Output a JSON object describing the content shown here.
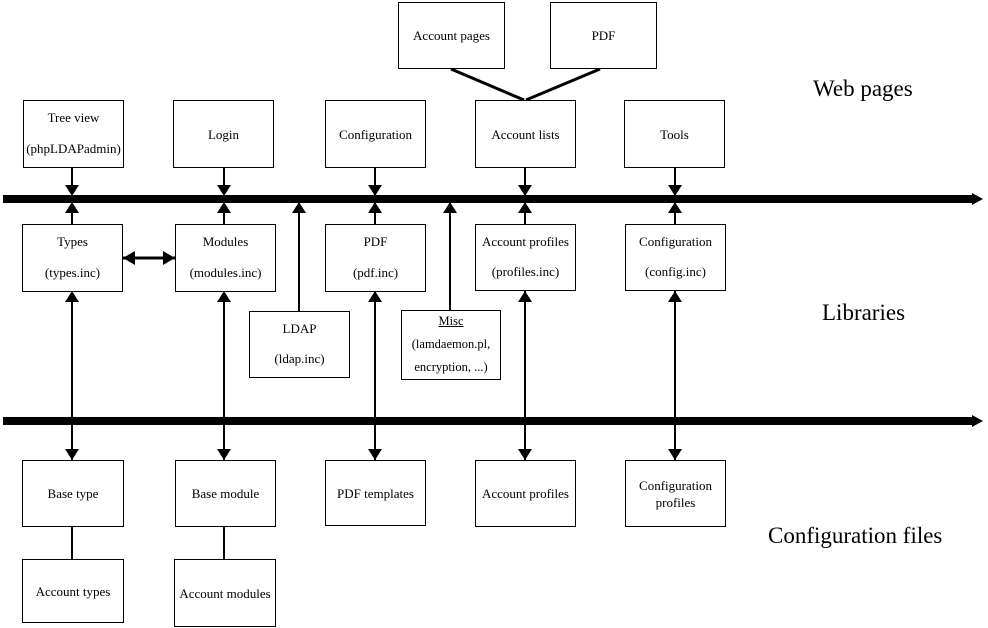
{
  "sections": {
    "web_pages": "Web pages",
    "libraries": "Libraries",
    "configuration_files": "Configuration files"
  },
  "boxes": {
    "account_pages": {
      "title": "Account pages"
    },
    "pdf_top": {
      "title": "PDF"
    },
    "tree_view": {
      "title": "Tree view",
      "subtitle": "(phpLDAPadmin)"
    },
    "login": {
      "title": "Login"
    },
    "configuration_web": {
      "title": "Configuration"
    },
    "account_lists": {
      "title": "Account lists"
    },
    "tools": {
      "title": "Tools"
    },
    "types": {
      "title": "Types",
      "subtitle": "(types.inc)"
    },
    "modules": {
      "title": "Modules",
      "subtitle": "(modules.inc)"
    },
    "pdf_lib": {
      "title": "PDF",
      "subtitle": "(pdf.inc)"
    },
    "account_profiles_lib": {
      "title": "Account profiles",
      "subtitle": "(profiles.inc)"
    },
    "configuration_lib": {
      "title": "Configuration",
      "subtitle": "(config.inc)"
    },
    "ldap": {
      "title": "LDAP",
      "subtitle": "(ldap.inc)"
    },
    "misc": {
      "title": "Misc",
      "subtitle1": "(lamdaemon.pl,",
      "subtitle2": "encryption, ...)"
    },
    "base_type": {
      "title": "Base type"
    },
    "base_module": {
      "title": "Base module"
    },
    "pdf_templates": {
      "title": "PDF templates"
    },
    "account_profiles_files": {
      "title": "Account profiles"
    },
    "configuration_profiles": {
      "line1": "Configuration",
      "line2": "profiles"
    },
    "account_types": {
      "title": "Account types"
    },
    "account_modules": {
      "title": "Account modules"
    }
  },
  "colors": {
    "line": "#000000",
    "box_border": "#000000",
    "box_fill": "#ffffff",
    "background": "#ffffff",
    "text": "#000000"
  }
}
